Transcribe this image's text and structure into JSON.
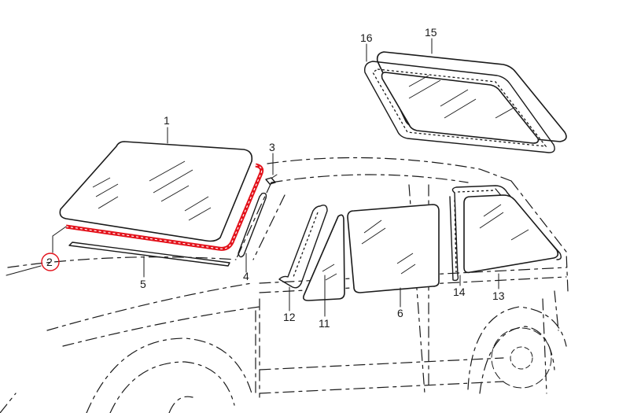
{
  "diagram": {
    "highlight_color": "#e3121b",
    "highlighted_part": "2",
    "parts": [
      {
        "id": "p1",
        "label": "1"
      },
      {
        "id": "p2",
        "label": "2"
      },
      {
        "id": "p3",
        "label": "3"
      },
      {
        "id": "p4",
        "label": "4"
      },
      {
        "id": "p5",
        "label": "5"
      },
      {
        "id": "p6",
        "label": "6"
      },
      {
        "id": "p11",
        "label": "11"
      },
      {
        "id": "p12",
        "label": "12"
      },
      {
        "id": "p13",
        "label": "13"
      },
      {
        "id": "p14",
        "label": "14"
      },
      {
        "id": "p15",
        "label": "15"
      },
      {
        "id": "p16",
        "label": "16"
      }
    ]
  }
}
